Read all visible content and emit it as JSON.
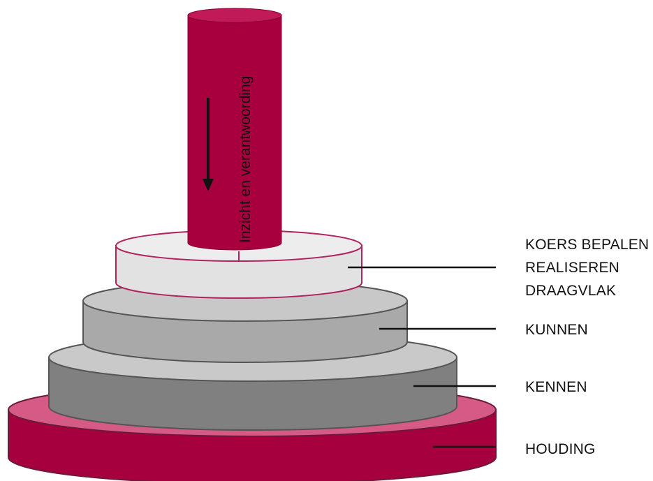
{
  "diagram": {
    "column_label": "Inzicht en verantwoording",
    "layers": [
      {
        "id": "top",
        "labels": [
          "KOERS BEPALEN",
          "REALISEREN",
          "DRAAGVLAK"
        ]
      },
      {
        "id": "kunnen",
        "labels": [
          "KUNNEN"
        ]
      },
      {
        "id": "kennen",
        "labels": [
          "KENNEN"
        ]
      },
      {
        "id": "houding",
        "labels": [
          "HOUDING"
        ]
      }
    ]
  },
  "colors": {
    "column": "#a8003f",
    "column_top": "#c01b58",
    "houding_side": "#a6003e",
    "houding_top": "#d55a86",
    "kennen_side": "#808080",
    "kennen_top": "#c9c9c9",
    "kunnen_side": "#a9a9a9",
    "kunnen_top": "#c8c8c8",
    "top_tier": "#e2e2e2",
    "outline": "#6b1a3a"
  }
}
